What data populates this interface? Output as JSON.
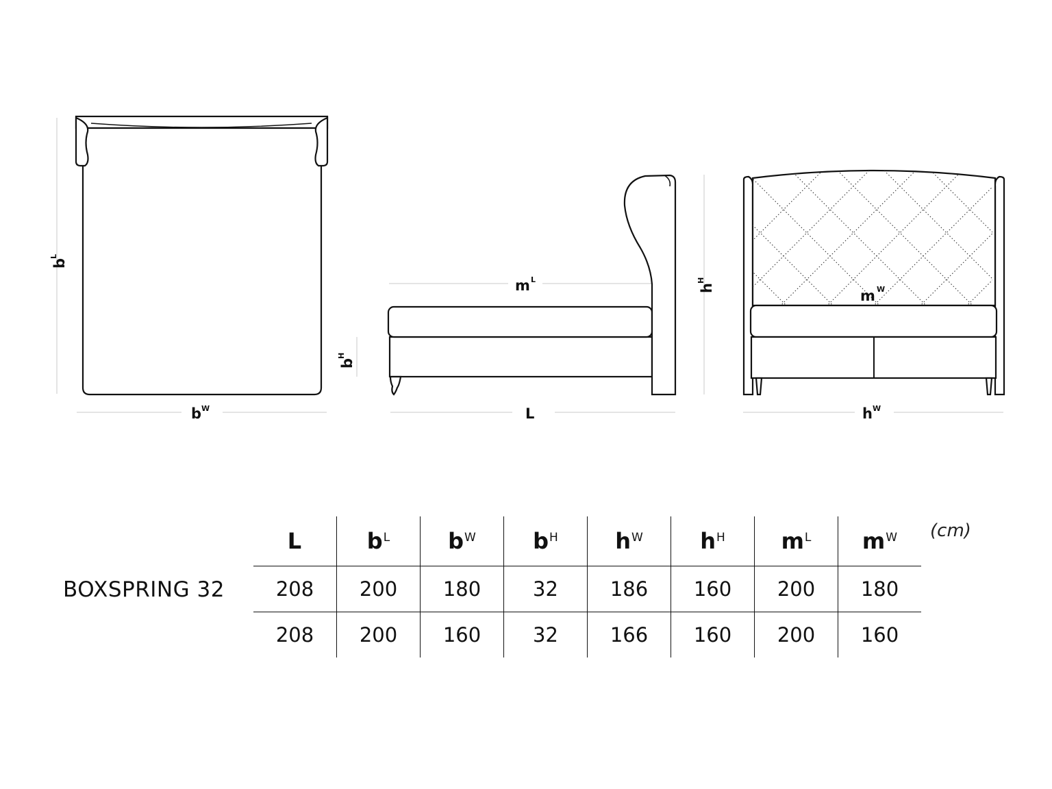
{
  "diagram": {
    "top_view": {
      "length_label": {
        "base": "b",
        "sup": "L"
      },
      "width_label": {
        "base": "b",
        "sup": "W"
      }
    },
    "side_view": {
      "mattress_label": {
        "base": "m",
        "sup": "L"
      },
      "box_height_label": {
        "base": "b",
        "sup": "H"
      },
      "length_label": {
        "base": "L",
        "sup": ""
      }
    },
    "front_view": {
      "height_label": {
        "base": "h",
        "sup": "H"
      },
      "mattress_label": {
        "base": "m",
        "sup": "W"
      },
      "width_label": {
        "base": "h",
        "sup": "W"
      }
    }
  },
  "table": {
    "unit": "(cm)",
    "product_name": "BOXSPRING 32",
    "headers": [
      {
        "base": "L",
        "sup": ""
      },
      {
        "base": "b",
        "sup": "L"
      },
      {
        "base": "b",
        "sup": "W"
      },
      {
        "base": "b",
        "sup": "H"
      },
      {
        "base": "h",
        "sup": "W"
      },
      {
        "base": "h",
        "sup": "H"
      },
      {
        "base": "m",
        "sup": "L"
      },
      {
        "base": "m",
        "sup": "W"
      }
    ],
    "rows": [
      [
        "208",
        "200",
        "180",
        "32",
        "186",
        "160",
        "200",
        "180"
      ],
      [
        "208",
        "200",
        "160",
        "32",
        "166",
        "160",
        "200",
        "160"
      ]
    ]
  }
}
